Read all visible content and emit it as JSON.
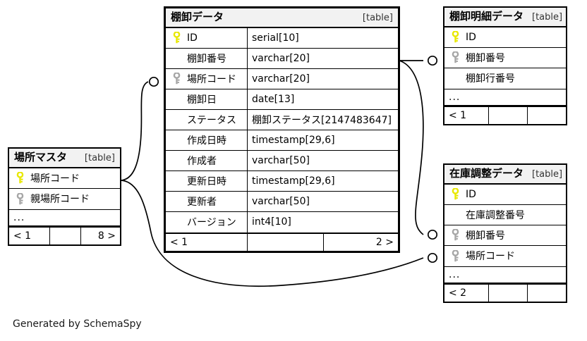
{
  "diagram": {
    "kind_label": "[table]",
    "ellipsis": "...",
    "credit": "Generated by SchemaSpy",
    "colors": {
      "primary_key": "#e8e800",
      "foreign_key": "#a6a6a6",
      "header_bg": "#f2f2f2",
      "border": "#000000",
      "canvas_bg": "#ffffff"
    }
  },
  "tables": {
    "inventory_data": {
      "title": "棚卸データ",
      "kind": "[table]",
      "columns": [
        {
          "key": "pk",
          "name": "ID",
          "type": "serial[10]"
        },
        {
          "key": "",
          "name": "棚卸番号",
          "type": "varchar[20]"
        },
        {
          "key": "fk",
          "name": "場所コード",
          "type": "varchar[20]"
        },
        {
          "key": "",
          "name": "棚卸日",
          "type": "date[13]"
        },
        {
          "key": "",
          "name": "ステータス",
          "type": "棚卸ステータス[2147483647]"
        },
        {
          "key": "",
          "name": "作成日時",
          "type": "timestamp[29,6]"
        },
        {
          "key": "",
          "name": "作成者",
          "type": "varchar[50]"
        },
        {
          "key": "",
          "name": "更新日時",
          "type": "timestamp[29,6]"
        },
        {
          "key": "",
          "name": "更新者",
          "type": "varchar[50]"
        },
        {
          "key": "",
          "name": "バージョン",
          "type": "int4[10]"
        }
      ],
      "footer": {
        "left": "< 1",
        "mid": "",
        "right": "2 >"
      }
    },
    "inventory_detail": {
      "title": "棚卸明細データ",
      "kind": "[table]",
      "columns": [
        {
          "key": "pk",
          "name": "ID",
          "type": ""
        },
        {
          "key": "fk",
          "name": "棚卸番号",
          "type": ""
        },
        {
          "key": "",
          "name": "棚卸行番号",
          "type": ""
        }
      ],
      "more": "...",
      "footer": {
        "left": "< 1",
        "mid": "",
        "right": ""
      }
    },
    "stock_adjustment": {
      "title": "在庫調整データ",
      "kind": "[table]",
      "columns": [
        {
          "key": "pk",
          "name": "ID",
          "type": ""
        },
        {
          "key": "",
          "name": "在庫調整番号",
          "type": ""
        },
        {
          "key": "fk",
          "name": "棚卸番号",
          "type": ""
        },
        {
          "key": "fk",
          "name": "場所コード",
          "type": ""
        }
      ],
      "more": "...",
      "footer": {
        "left": "< 2",
        "mid": "",
        "right": ""
      }
    },
    "location_master": {
      "title": "場所マスタ",
      "kind": "[table]",
      "columns": [
        {
          "key": "pk",
          "name": "場所コード",
          "type": ""
        },
        {
          "key": "fk",
          "name": "親場所コード",
          "type": ""
        }
      ],
      "more": "...",
      "footer": {
        "left": "< 1",
        "mid": "",
        "right": "8 >"
      }
    }
  },
  "relationships": [
    {
      "from": "inventory_data.棚卸番号",
      "to": "inventory_detail.棚卸番号",
      "cardinality": "zero-or-many"
    },
    {
      "from": "inventory_data.棚卸番号",
      "to": "stock_adjustment.棚卸番号",
      "cardinality": "zero-or-many"
    },
    {
      "from": "location_master.場所コード",
      "to": "inventory_data.場所コード",
      "cardinality": "zero-or-many"
    },
    {
      "from": "location_master.場所コード",
      "to": "stock_adjustment.場所コード",
      "cardinality": "zero-or-many"
    }
  ]
}
